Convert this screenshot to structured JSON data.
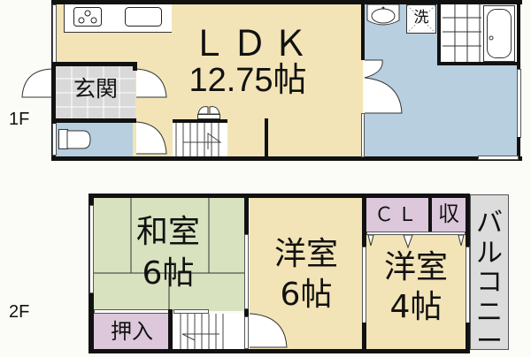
{
  "floors": {
    "first": {
      "label": "1F",
      "rooms": {
        "ldk": {
          "name": "ＬＤＫ",
          "size": "12.75帖",
          "color": "#f2e4b6"
        },
        "genkan": {
          "name": "玄関",
          "color": "#d9d9d9"
        },
        "toilet": {
          "color": "#b8cfe0"
        },
        "washroom": {
          "color": "#b8cfe0",
          "washer_label": "洗"
        },
        "bathroom": {
          "color": "#ffffff"
        }
      }
    },
    "second": {
      "label": "2F",
      "rooms": {
        "washitsu": {
          "name": "和室",
          "size": "6帖",
          "color": "#d8e2bf"
        },
        "oshiire": {
          "name": "押入",
          "color": "#dcc8da"
        },
        "youshitsu6": {
          "name": "洋室",
          "size": "6帖",
          "color": "#f2e4b6"
        },
        "youshitsu4": {
          "name": "洋室",
          "size": "4帖",
          "color": "#f2e4b6"
        },
        "closet": {
          "name": "ＣＬ",
          "color": "#dcc8da"
        },
        "storage": {
          "name": "収",
          "color": "#dcc8da"
        },
        "balcony": {
          "name": "バルコニー",
          "color": "#dcdcdc"
        }
      }
    }
  },
  "colors": {
    "wall": "#111111",
    "background": "#fbfbf8"
  }
}
